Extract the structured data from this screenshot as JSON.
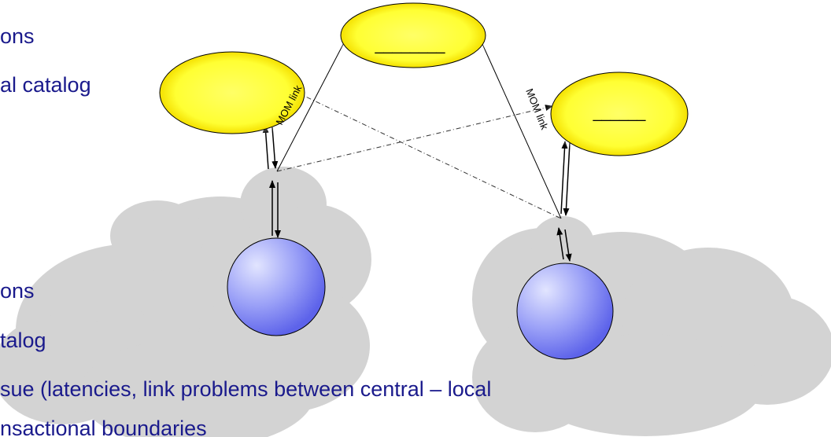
{
  "bullets": [
    "ons",
    "al catalog",
    "ons",
    "talog",
    "sue (latencies, link problems between central – local",
    "nsactional boundaries"
  ],
  "diagram": {
    "link_label_left": "MOM link",
    "link_label_right": "MOM link",
    "top_node_label": "________",
    "right_node_label": "______",
    "colors": {
      "node_fill": "#ffff33",
      "node_glow": "#ffffc0",
      "sphere_light": "#d8dcff",
      "sphere_dark": "#6f76f0",
      "cloud": "#d3d3d3",
      "text": "#1a1a8c"
    }
  }
}
